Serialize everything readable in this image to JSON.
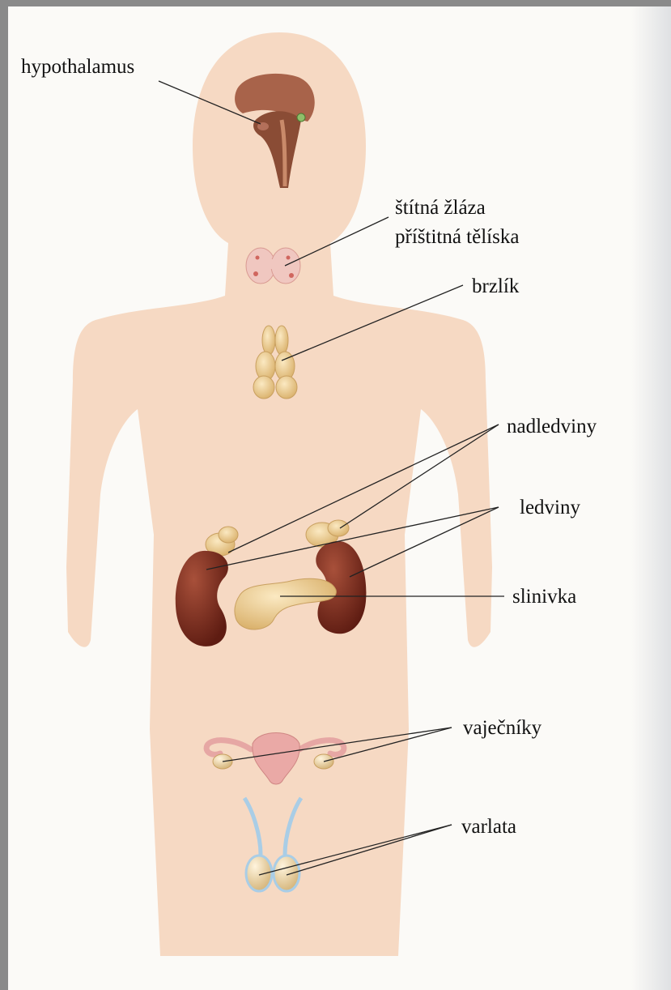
{
  "labels": {
    "hypothalamus": "hypothalamus",
    "thyroid": "štítná žláza",
    "parathyroid": "příštitná tělíska",
    "thymus": "brzlík",
    "adrenals": "nadledviny",
    "kidneys": "ledviny",
    "pancreas": "slinivka",
    "ovaries": "vaječníky",
    "testes": "varlata"
  },
  "colors": {
    "frame": "#8a8a8a",
    "page": "#fbfaf7",
    "body": "#f6d9c3",
    "brain": "#9c5a3a",
    "gland": "#f1d49a",
    "kidney": "#7d2d20",
    "thyroid": "#f0c7c0",
    "uterus": "#e9a5a5",
    "vas": "#a9cde6",
    "leader": "#222222"
  }
}
